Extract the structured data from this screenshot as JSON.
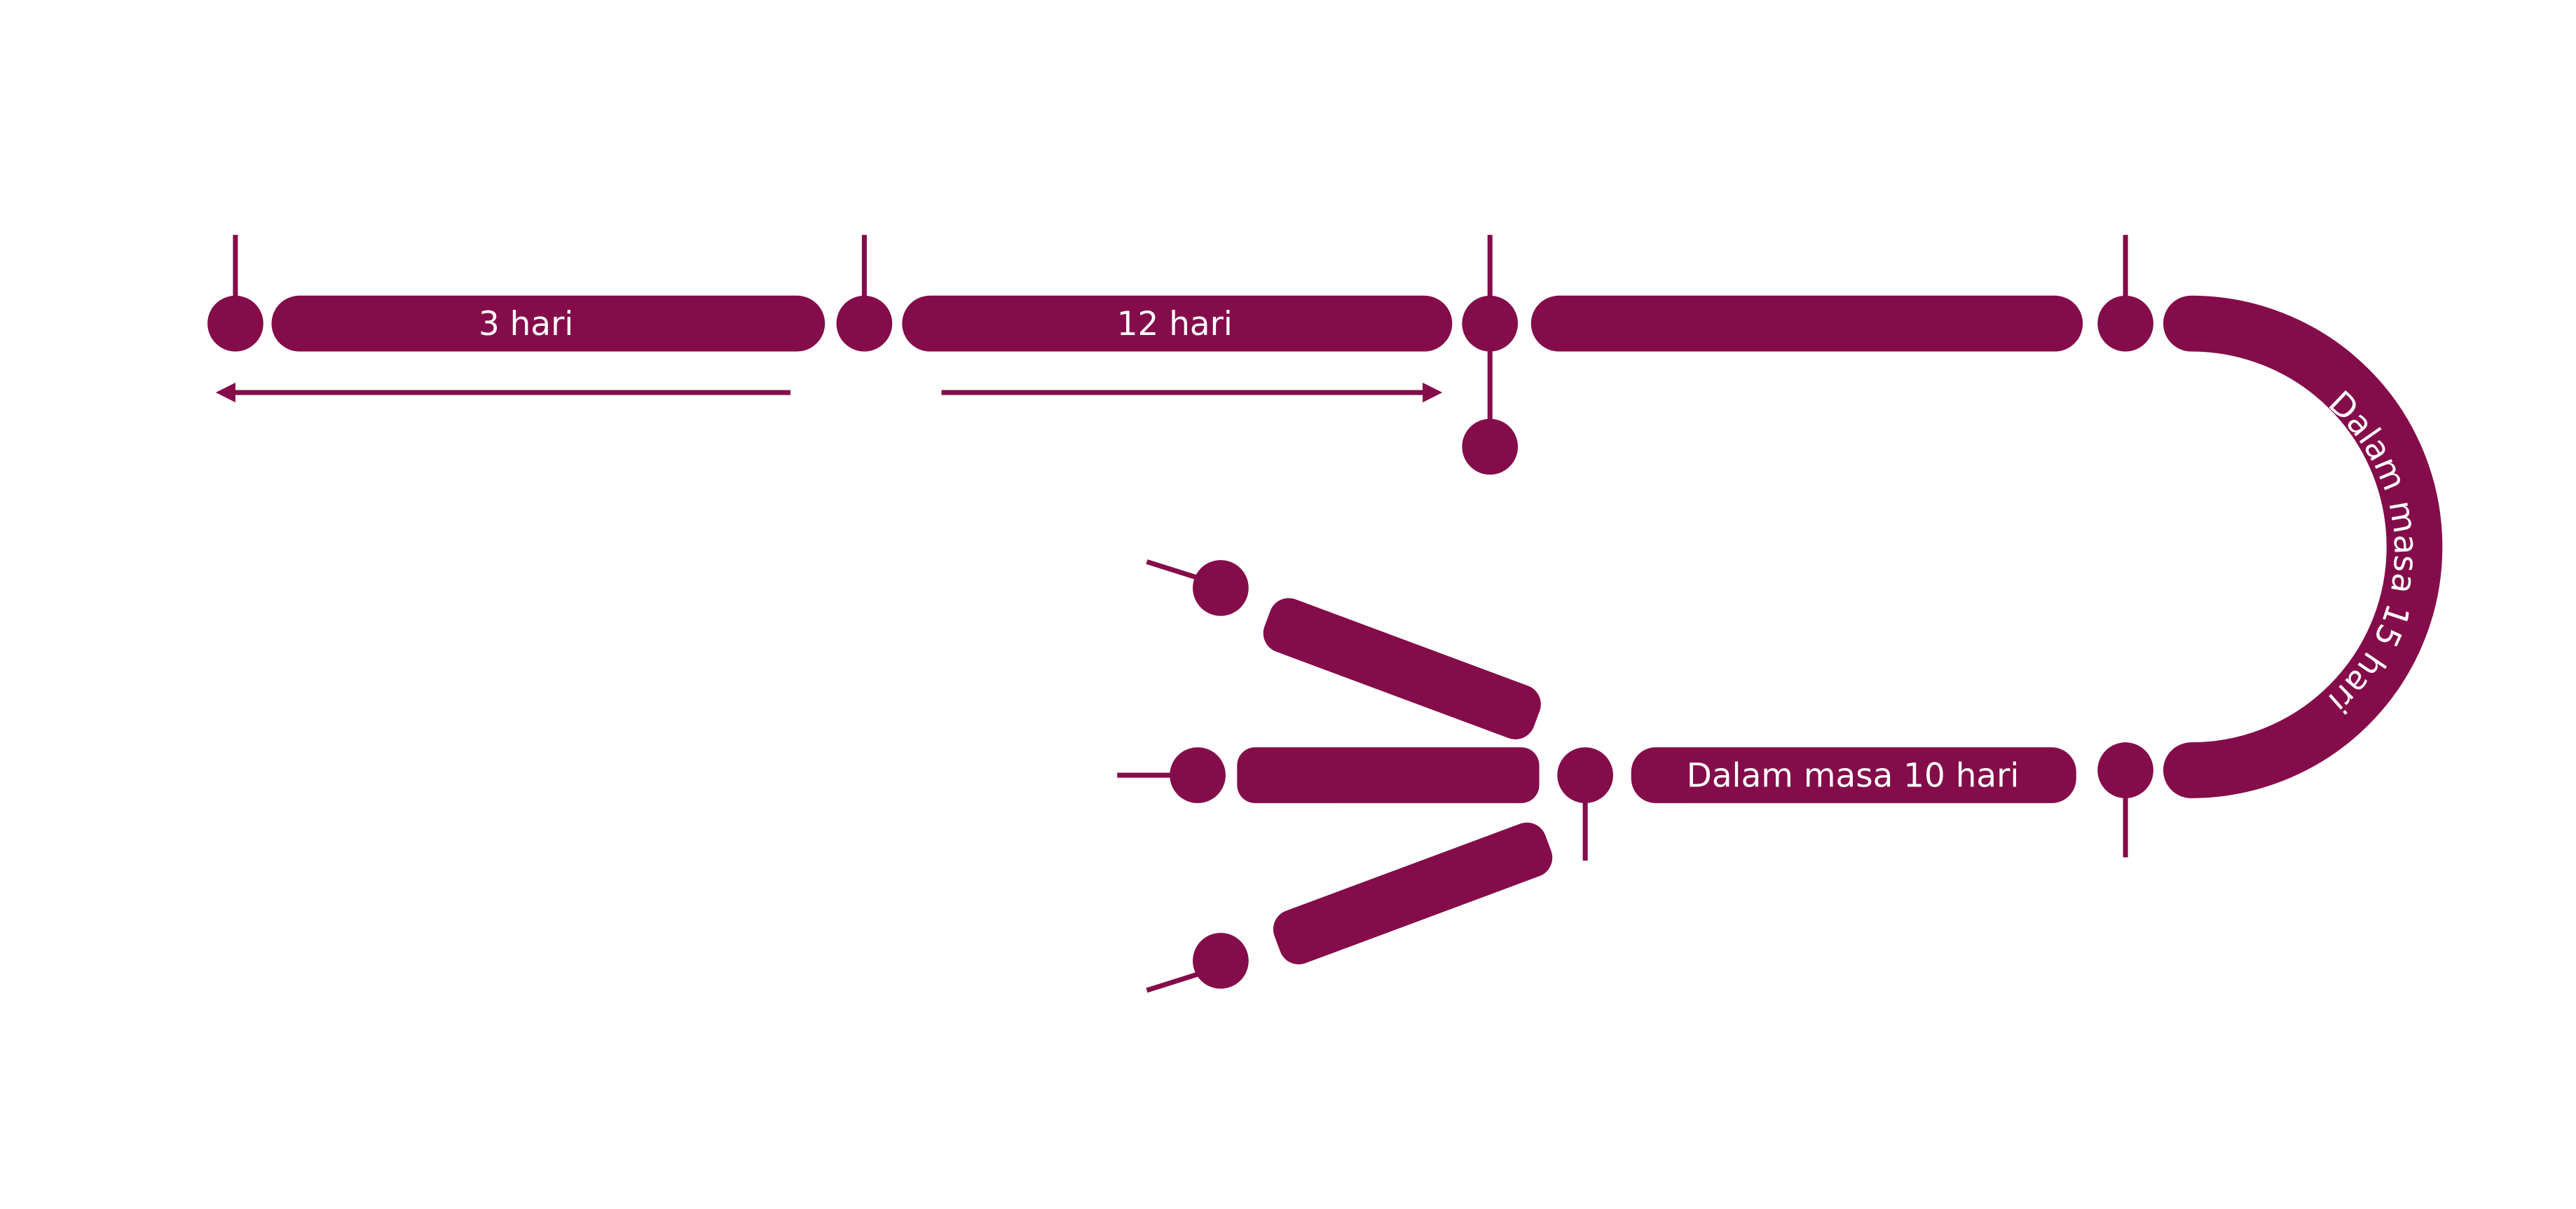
{
  "colors": {
    "accent": "#840C4A",
    "background": "#FFFFFF",
    "label_text": "#FFFFFF"
  },
  "labels": {
    "bar_3_days": "3 hari",
    "bar_12_days": "12 hari",
    "bar_within_10_days": "Dalam masa 10 hari",
    "arc_within_15_days": "Dalam masa 15 hari"
  }
}
